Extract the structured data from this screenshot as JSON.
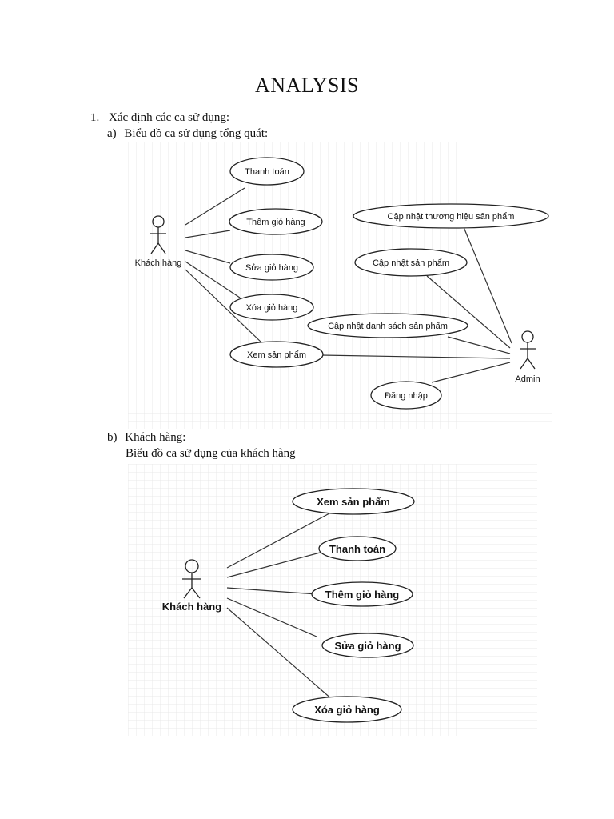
{
  "document": {
    "title": "ANALYSIS",
    "item1": {
      "number": "1.",
      "text": "Xác định các ca sử dụng:"
    },
    "item_a": {
      "number": "a)",
      "text": "Biểu đồ ca sử dụng tổng quát:"
    },
    "item_b": {
      "number": "b)",
      "text": "Khách hàng:",
      "subtitle": "Biểu đồ ca sử dụng của khách hàng"
    }
  },
  "diagram1": {
    "actors": {
      "customer": "Khách hàng",
      "admin": "Admin"
    },
    "use_cases": {
      "thanh_toan": "Thanh toán",
      "them_gio_hang": "Thêm giỏ hàng",
      "sua_gio_hang": "Sửa giỏ hàng",
      "xoa_gio_hang": "Xóa giỏ hàng",
      "xem_san_pham": "Xem sản phẩm",
      "cap_nhat_thuong_hieu": "Cập nhật thương hiệu sản phẩm",
      "cap_nhat_san_pham": "Cập nhật sản phẩm",
      "cap_nhat_danh_sach": "Cập nhật danh sách sản phẩm",
      "dang_nhap": "Đăng nhập"
    }
  },
  "diagram2": {
    "actor": "Khách hàng",
    "use_cases": {
      "xem_san_pham": "Xem sản phẩm",
      "thanh_toan": "Thanh toán",
      "them_gio_hang": "Thêm giỏ hàng",
      "sua_gio_hang": "Sửa giỏ hàng",
      "xoa_gio_hang": "Xóa giỏ hàng"
    }
  }
}
